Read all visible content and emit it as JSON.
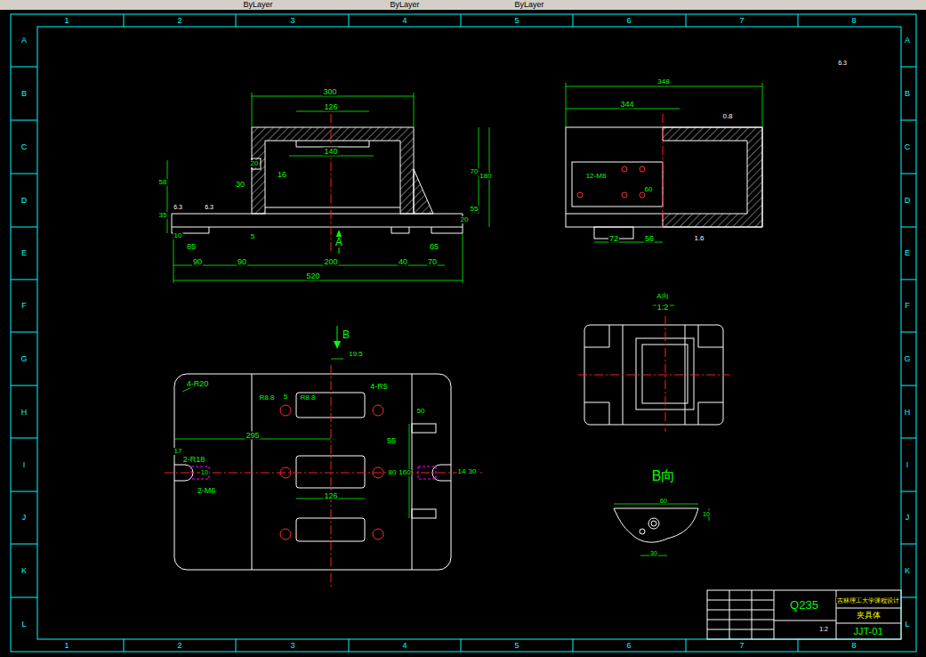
{
  "diagram": {
    "labels": [
      "ByLayer",
      "ByLayer",
      "ByLayer",
      "1",
      "2",
      "3",
      "4",
      "5",
      "6",
      "7",
      "8",
      "1",
      "2",
      "3",
      "4",
      "5",
      "6",
      "7",
      "8",
      "A",
      "B",
      "C",
      "D",
      "E",
      "F",
      "G",
      "H",
      "I",
      "J",
      "K",
      "L",
      "A",
      "B",
      "C",
      "D",
      "E",
      "F",
      "G",
      "H",
      "I",
      "J",
      "K",
      "L",
      "300",
      "126",
      "140",
      "16",
      "30",
      "20",
      "58",
      "35",
      "70",
      "180",
      "55",
      "20",
      "10",
      "85",
      "90",
      "90",
      "200",
      "40",
      "70",
      "65",
      "520",
      "5",
      "A",
      "6.3",
      "6.3",
      "348",
      "344",
      "0.8",
      "12-M8",
      "60",
      "72",
      "56",
      "1.6",
      "6.3",
      "A向",
      "1:2",
      "B",
      "19.5",
      "4-R20",
      "4-R5",
      "R8.8",
      "5",
      "R8.8",
      "295",
      "17",
      "2-R18",
      "2-M6",
      "10",
      "50",
      "55",
      "80",
      "160",
      "126",
      "30",
      "14",
      "B向",
      "60",
      "10",
      "30",
      "Q235",
      "吉林理工大学课程设计",
      "夹具体",
      "JJT-01",
      "1:2"
    ]
  }
}
